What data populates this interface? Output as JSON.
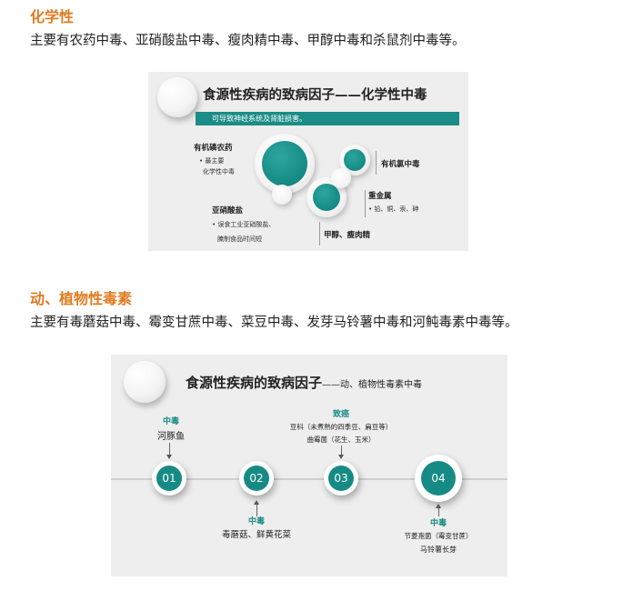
{
  "section1": {
    "heading": "化学性",
    "text": "主要有农药中毒、亚硝酸盐中毒、瘦肉精中毒、甲醇中毒和杀鼠剂中毒等。",
    "slide": {
      "title": "食源性疾病的致病因子——化学性中毒",
      "banner": "可导致神经系统及肾脏损害。",
      "organophosphate": {
        "label": "有机磷农药",
        "sub1": "• 最主要",
        "sub2": "化学性中毒"
      },
      "nitrite": {
        "label": "亚硝酸盐",
        "sub1": "• 误食工业亚硝酸盐、",
        "sub2": "腌制食品时间短"
      },
      "organochlorine": {
        "label": "有机氯中毒"
      },
      "heavy_metal": {
        "label": "重金属",
        "sub1": "• 铅、铜、汞、砷"
      },
      "methanol": {
        "label": "甲醇、瘦肉精"
      }
    }
  },
  "section2": {
    "heading": "动、植物性毒素",
    "text": "主要有毒蘑菇中毒、霉变甘蔗中毒、菜豆中毒、发芽马铃薯中毒和河鲀毒素中毒等。",
    "slide": {
      "title": "食源性疾病的致病因子",
      "title_suffix": "——动、植物性毒素中毒",
      "nodes": [
        "01",
        "02",
        "03",
        "04"
      ],
      "n1": {
        "head": "中毒",
        "text": "河豚鱼"
      },
      "n2": {
        "head": "中毒",
        "text": "毒蘑菇、鲜黄花菜"
      },
      "n3": {
        "head": "致癌",
        "text1": "豆科（未煮熟的四季豆、扁豆等）",
        "text2": "曲霉菌（花生、玉米）"
      },
      "n4": {
        "head": "中毒",
        "text1": "节菱孢菌（霉变甘蔗）",
        "text2": "马铃薯长芽"
      }
    }
  }
}
